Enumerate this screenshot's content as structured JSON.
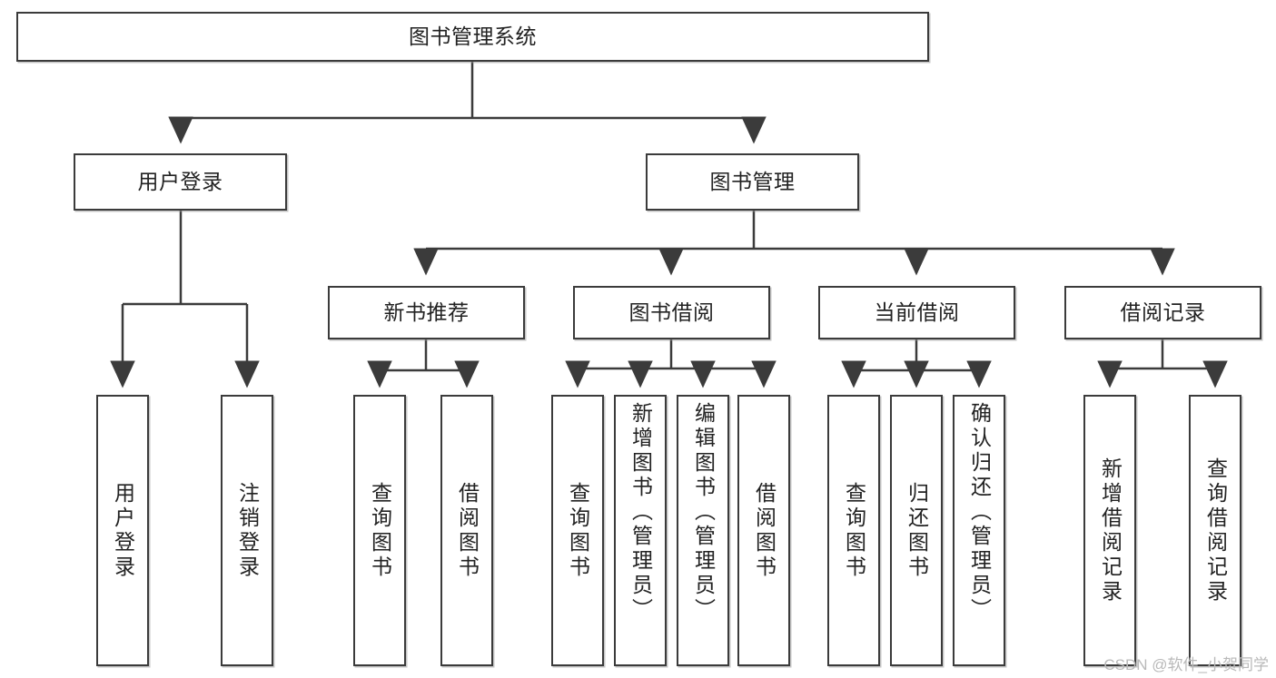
{
  "diagram": {
    "title": "图书管理系统",
    "type": "tree-hierarchy",
    "stroke_color": "#3b3b3b",
    "fill_color": "#ffffff",
    "text_color": "#222222",
    "root": {
      "label": "图书管理系统"
    },
    "level2": [
      {
        "label": "用户登录"
      },
      {
        "label": "图书管理"
      }
    ],
    "level3": [
      {
        "label": "新书推荐"
      },
      {
        "label": "图书借阅"
      },
      {
        "label": "当前借阅"
      },
      {
        "label": "借阅记录"
      }
    ],
    "leaves": {
      "user_login": [
        {
          "label": "用户登录"
        },
        {
          "label": "注销登录"
        }
      ],
      "new_book_recommend": [
        {
          "label": "查询图书"
        },
        {
          "label": "借阅图书"
        }
      ],
      "book_borrow": [
        {
          "label": "查询图书"
        },
        {
          "label": "新增图书（管理员）"
        },
        {
          "label": "编辑图书（管理员）"
        },
        {
          "label": "借阅图书"
        }
      ],
      "current_borrow": [
        {
          "label": "查询图书"
        },
        {
          "label": "归还图书"
        },
        {
          "label": "确认归还（管理员）"
        }
      ],
      "borrow_record": [
        {
          "label": "新增借阅记录"
        },
        {
          "label": "查询借阅记录"
        }
      ]
    }
  },
  "watermark": {
    "text": "CSDN @软件_小贺同学"
  }
}
